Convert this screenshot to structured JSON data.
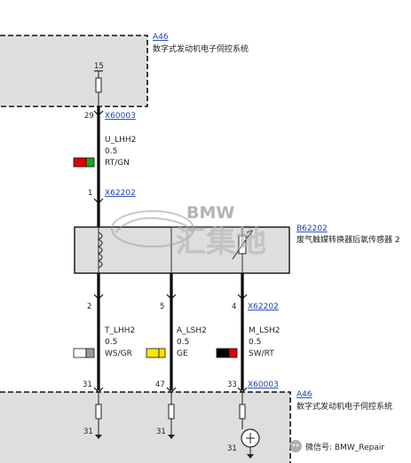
{
  "ecu_top": {
    "id": "A46",
    "name": "数字式发动机电子伺控系统",
    "pin": "15"
  },
  "connector_top": {
    "id": "X60003",
    "pin": "29"
  },
  "wire_top": {
    "name": "U_LHH2",
    "size": "0.5",
    "color_code": "RT/GN",
    "swatch": [
      "#e00000",
      "#1ea01e"
    ]
  },
  "connector_mid": {
    "id": "X62202",
    "pin": "1"
  },
  "sensor": {
    "id": "B62202",
    "name": "废气触媒转换器后氧传感器 2"
  },
  "watermark": {
    "brand": "BMW",
    "text": "汇集地"
  },
  "connector_lower": {
    "id": "X62202",
    "pins": [
      "2",
      "5",
      "4"
    ]
  },
  "wires_lower": [
    {
      "name": "T_LHH2",
      "size": "0.5",
      "color_code": "WS/GR",
      "swatch": [
        "#ffffff",
        "#9a9a9a"
      ]
    },
    {
      "name": "A_LSH2",
      "size": "0.5",
      "color_code": "GE",
      "swatch": [
        "#ffe600",
        "#ffe600"
      ]
    },
    {
      "name": "M_LSH2",
      "size": "0.5",
      "color_code": "SW/RT",
      "swatch": [
        "#000000",
        "#e00000"
      ]
    }
  ],
  "connector_bottom": {
    "id": "X60003",
    "pins": [
      "31",
      "47",
      "33"
    ]
  },
  "ecu_bottom": {
    "id": "A46",
    "name": "数字式发动机电子伺控系统",
    "pins": [
      "31",
      "31",
      "31"
    ]
  },
  "footer": {
    "text": "微信号: BMW_Repair"
  }
}
